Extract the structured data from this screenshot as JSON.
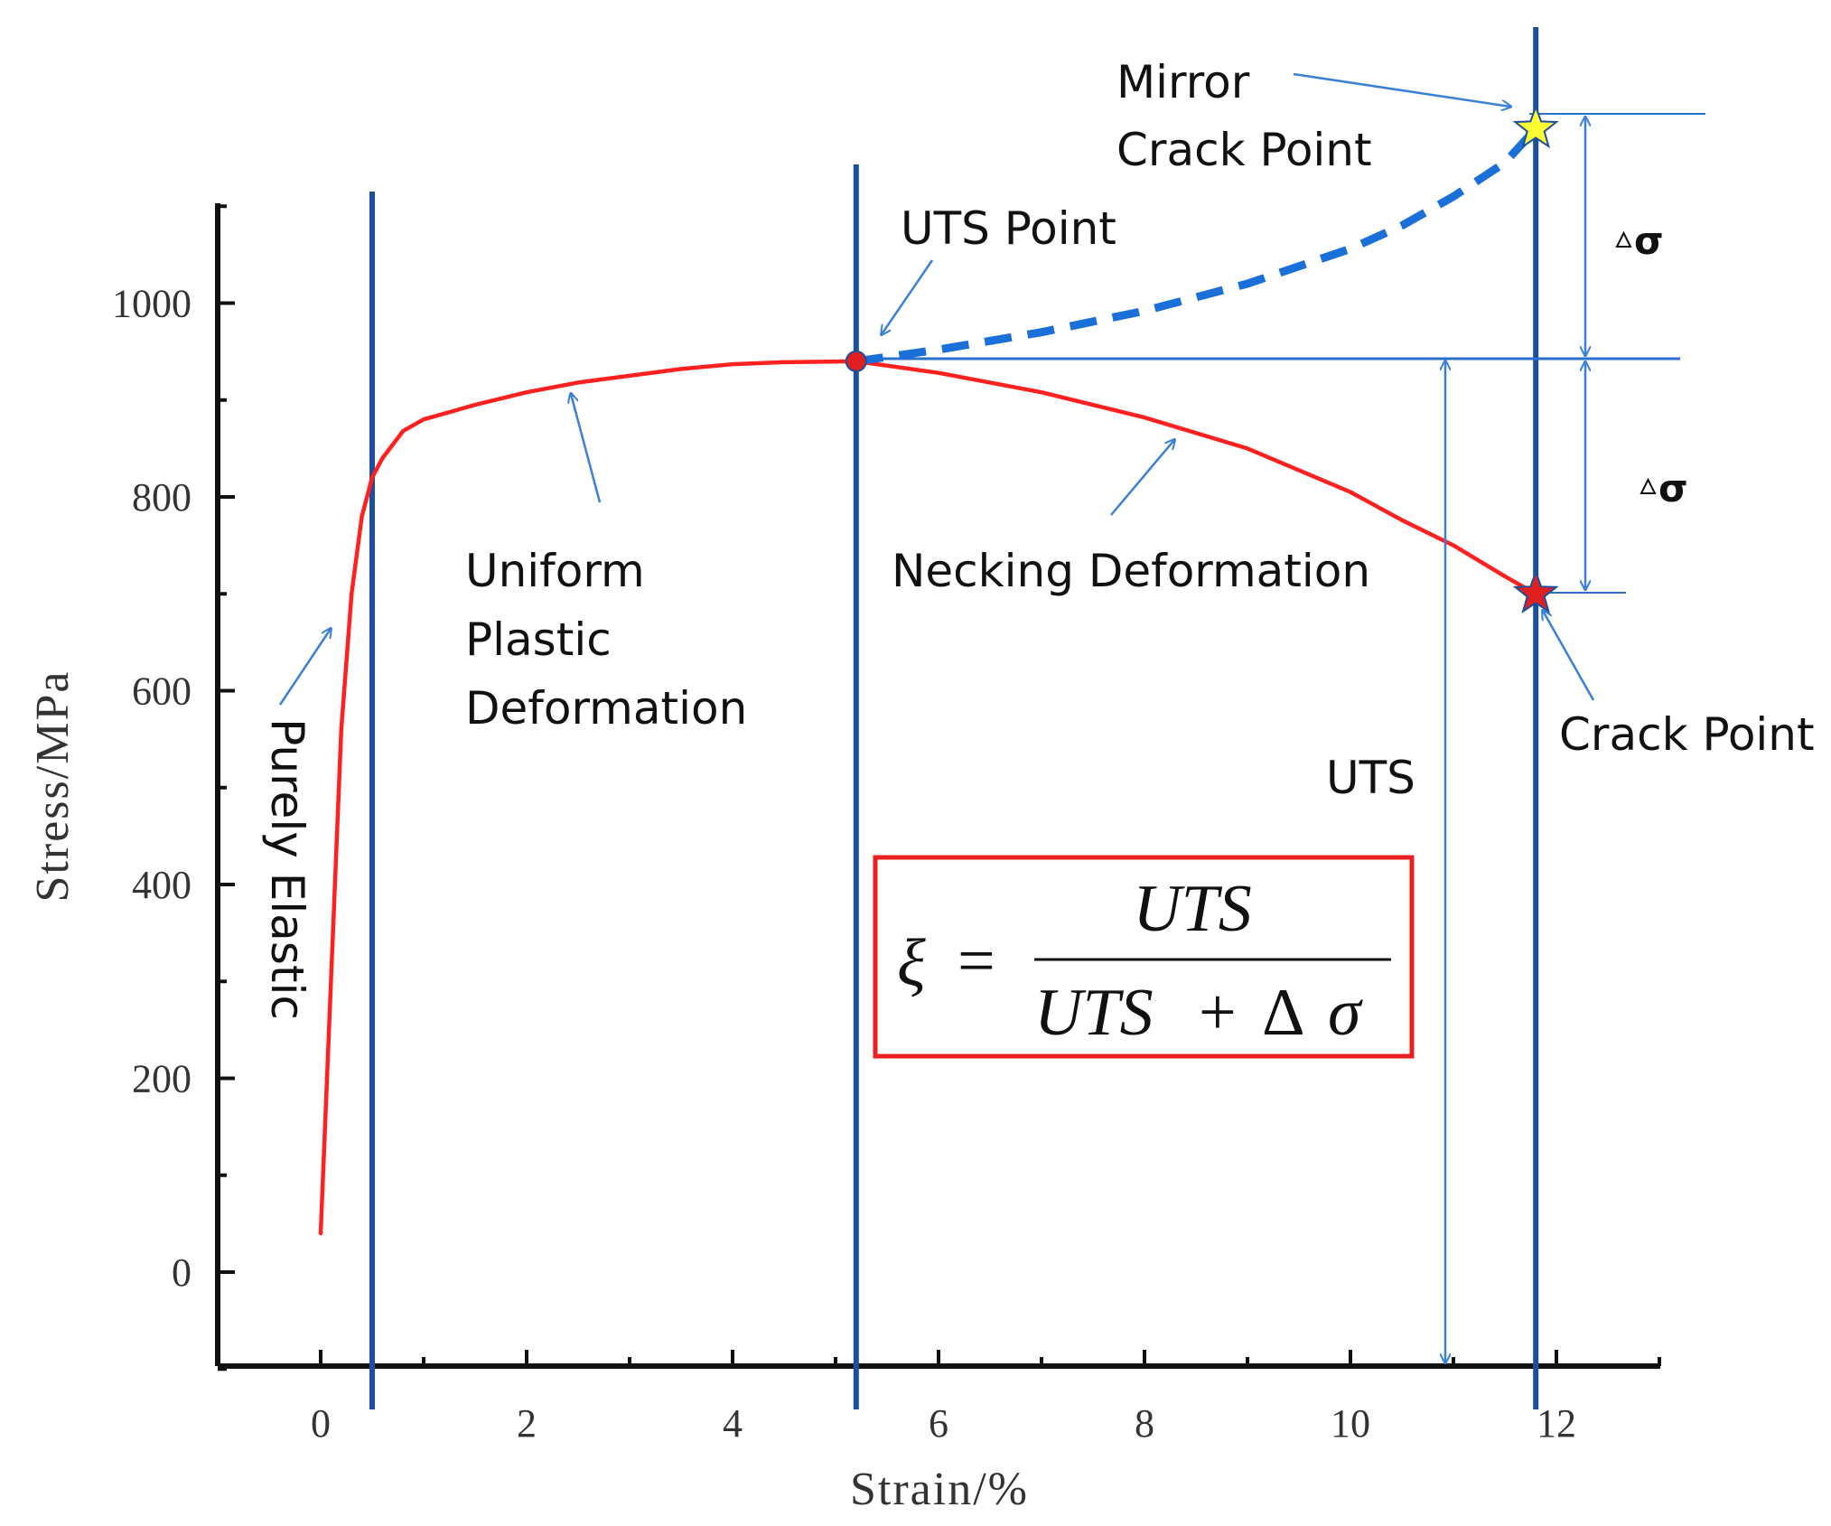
{
  "chart_data": {
    "type": "line",
    "xlabel": "Strain/%",
    "ylabel": "Stress/MPa",
    "xlim": [
      -1,
      13
    ],
    "ylim": [
      -100,
      1100
    ],
    "xticks": [
      0,
      2,
      4,
      6,
      8,
      10,
      12
    ],
    "yticks": [
      0,
      200,
      400,
      600,
      800,
      1000
    ],
    "grid": false,
    "series": [
      {
        "style": "solid",
        "color": "#ff2020",
        "x": [
          0,
          0.1,
          0.2,
          0.3,
          0.4,
          0.5,
          0.6,
          0.8,
          1,
          1.5,
          2,
          2.5,
          3,
          3.5,
          4,
          4.5,
          5.2,
          6,
          7,
          8,
          9,
          10,
          10.5,
          11,
          11.5,
          11.8
        ],
        "y": [
          40,
          300,
          560,
          700,
          780,
          820,
          840,
          868,
          880,
          895,
          908,
          918,
          925,
          932,
          937,
          939,
          940,
          928,
          908,
          882,
          850,
          805,
          776,
          750,
          718,
          700
        ]
      },
      {
        "style": "dashed",
        "color": "#1a6fd8",
        "x": [
          5.2,
          6,
          7,
          8,
          9,
          10,
          10.5,
          11,
          11.5,
          11.8
        ],
        "y": [
          940,
          952,
          970,
          992,
          1020,
          1056,
          1080,
          1110,
          1145,
          1180
        ]
      }
    ],
    "vertical_lines": [
      0.5,
      5.2,
      11.8
    ],
    "points": [
      {
        "name": "UTS Point",
        "x": 5.2,
        "y": 940,
        "marker": "circle",
        "color": "#e02020"
      },
      {
        "name": "Crack Point",
        "x": 11.8,
        "y": 700,
        "marker": "star",
        "color": "#e02020"
      },
      {
        "name": "Mirror Crack Point",
        "x": 11.8,
        "y": 1180,
        "marker": "star",
        "color": "#ffff33"
      }
    ],
    "annotations": {
      "purely_elastic": "Purely Elastic",
      "uniform_line1": "Uniform",
      "uniform_line2": "Plastic",
      "uniform_line3": "Deformation",
      "uts_point": "UTS Point",
      "necking": "Necking Deformation",
      "mirror_line1": "Mirror",
      "mirror_line2": "Crack Point",
      "crack_point": "Crack Point",
      "uts": "UTS",
      "delta_sigma_top": "σ",
      "delta_sigma_bottom": "σ"
    },
    "formula": {
      "lhs": "ξ",
      "equals": "=",
      "numerator": "UTS",
      "denominator_a": "UTS",
      "plus": "+",
      "delta": "Δ",
      "sigma": "σ"
    }
  }
}
